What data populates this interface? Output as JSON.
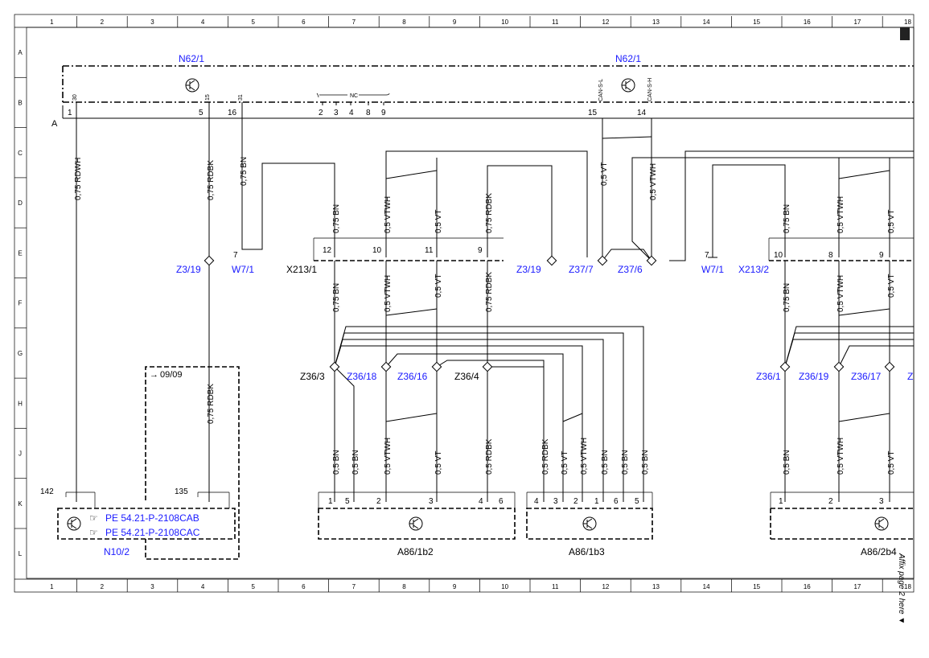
{
  "grid": {
    "columns": [
      "1",
      "2",
      "3",
      "4",
      "5",
      "6",
      "7",
      "8",
      "9",
      "10",
      "11",
      "12",
      "13",
      "14",
      "15",
      "16",
      "17",
      "18"
    ],
    "rows": [
      "A",
      "B",
      "C",
      "D",
      "E",
      "F",
      "G",
      "H",
      "J",
      "K",
      "L"
    ]
  },
  "components": {
    "n62_left": "N62/1",
    "n62_right": "N62/1",
    "connector_a": "A",
    "n10": "N10/2",
    "a86_1b2": "A86/1b2",
    "a86_1b3": "A86/1b3",
    "a86_2b4": "A86/2b4"
  },
  "n62_pins": {
    "p30": "30",
    "p15": "15",
    "p31": "31",
    "nc": "NC",
    "can_l": "CAN-S-L",
    "can_h": "CAN-S-H",
    "n1": "1",
    "n5": "5",
    "n16": "16",
    "n2": "2",
    "n3": "3",
    "n4": "4",
    "n8": "8",
    "n9": "9",
    "n15": "15",
    "n14": "14"
  },
  "wires": {
    "rdwh": "0,75 RDWH",
    "rdbk_top": "0,75 RDBK",
    "bn_top": "0,75 BN",
    "x213_1_bn": "0,75 BN",
    "x213_1_vtwh": "0,5 VTWH",
    "x213_1_vt": "0,5 VT",
    "x213_1_rdbk": "0,75 RDBK",
    "can_vt": "0,5 VT",
    "can_vtwh": "0,5 VTWH",
    "x213_2_bn": "0,75 BN",
    "x213_2_vtwh": "0,5 VTWH",
    "x213_2_vt": "0,5 VT",
    "f_bn": "0,75 BN",
    "f_vtwh": "0,5 VTWH",
    "f_vt": "0,5 VT",
    "f_rdbk": "0,75 RDBK",
    "f2_bn": "0,75 BN",
    "f2_vtwh": "0,5 VTWH",
    "f2_vt": "0,5 VT",
    "n10_rdbk": "0,75 RDBK",
    "j_bn1": "0,5 BN",
    "j_bn2": "0,5 BN",
    "j_vtwh": "0,5 VTWH",
    "j_vt": "0,5 VT",
    "j_rdbk": "0,5 RDBK",
    "j_rdbk2": "0,5 RDBK",
    "j_vt2": "0,5 VT",
    "j_vtwh2": "0,5 VTWH",
    "j_bn3": "0,5 BN",
    "j_bn4": "0,5 BN",
    "j_bn5": "0,5 BN",
    "j2_bn": "0,5 BN",
    "j2_vtwh": "0,5 VTWH",
    "j2_vt": "0,5 VT"
  },
  "nodes": {
    "z3_19a": "Z3/19",
    "w7_1a": "W7/1",
    "x213_1": "X213/1",
    "z3_19b": "Z3/19",
    "z37_7": "Z37/7",
    "z37_6": "Z37/6",
    "w7_1b": "W7/1",
    "x213_2": "X213/2",
    "z36_3": "Z36/3",
    "z36_18": "Z36/18",
    "z36_16": "Z36/16",
    "z36_4": "Z36/4",
    "z36_1": "Z36/1",
    "z36_19": "Z36/19",
    "z36_17": "Z36/17",
    "z_cut": "Z"
  },
  "pin_numbers": {
    "w7_7a": "7",
    "w7_7b": "7",
    "x1_12": "12",
    "x1_10": "10",
    "x1_11": "11",
    "x1_9": "9",
    "x2_10": "10",
    "x2_8": "8",
    "x2_9": "9",
    "n10_142": "142",
    "n10_135": "135",
    "b2_1": "1",
    "b2_5": "5",
    "b2_2": "2",
    "b2_3": "3",
    "b2_4": "4",
    "b2_6": "6",
    "b3_4": "4",
    "b3_3": "3",
    "b3_2": "2",
    "b3_1": "1",
    "b3_6": "6",
    "b3_5": "5",
    "b4_1": "1",
    "b4_2": "2",
    "b4_3": "3"
  },
  "references": {
    "pe1": "PE 54.21-P-2108CAB",
    "pe2": "PE 54.21-P-2108CAC",
    "date": "09/09",
    "arrow": "→"
  },
  "side_note": "Affix page 2 here ▼",
  "colors": {
    "component_label": "#1a1aff",
    "wire": "#000000",
    "background": "#ffffff"
  }
}
